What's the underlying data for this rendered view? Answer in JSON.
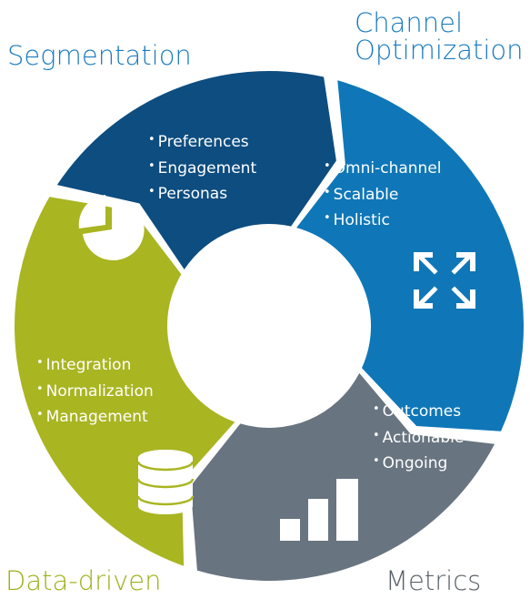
{
  "segments": [
    {
      "title_lines": [
        "Segmentation"
      ],
      "bullets": [
        "Preferences",
        "Engagement",
        "Personas"
      ],
      "color": "#0d4d80",
      "title_color": "#1a7bbf",
      "icon": "pie-chart-icon"
    },
    {
      "title_lines": [
        "Channel",
        "Optimization"
      ],
      "bullets": [
        "Omni-channel",
        "Scalable",
        "Holistic"
      ],
      "color": "#0f77b8",
      "title_color": "#1a7bbf",
      "icon": "expand-arrows-icon"
    },
    {
      "title_lines": [
        "Metrics"
      ],
      "bullets": [
        "Outcomes",
        "Actionable",
        "Ongoing"
      ],
      "color": "#687480",
      "title_color": "#5a6169",
      "icon": "bar-chart-icon"
    },
    {
      "title_lines": [
        "Data-driven"
      ],
      "bullets": [
        "Integration",
        "Normalization",
        "Management"
      ],
      "color": "#a9b521",
      "title_color": "#9eb01a",
      "icon": "database-icon"
    }
  ]
}
